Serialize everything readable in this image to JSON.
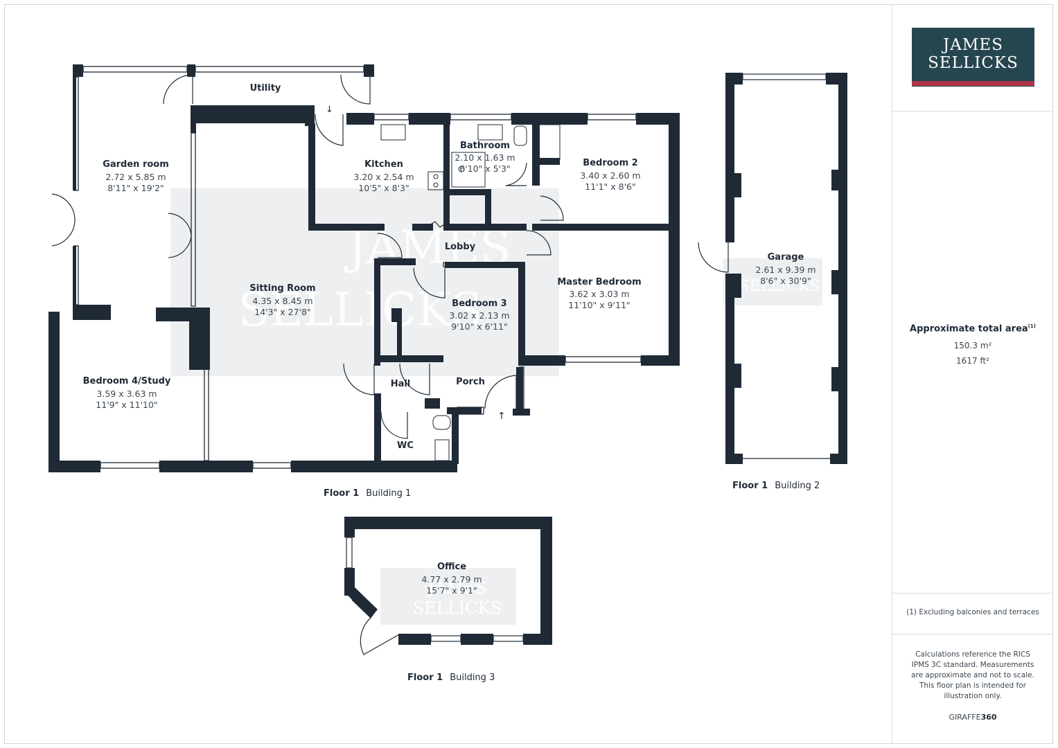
{
  "rooms": {
    "garden_room": {
      "name": "Garden room",
      "metric": "2.72 x 5.85 m",
      "imperial": "8'11\" x 19'2\""
    },
    "utility": {
      "name": "Utility"
    },
    "kitchen": {
      "name": "Kitchen",
      "metric": "3.20 x 2.54 m",
      "imperial": "10'5\" x 8'3\""
    },
    "bathroom": {
      "name": "Bathroom",
      "metric": "2.10 x 1.63 m",
      "imperial": "6'10\" x 5'3\""
    },
    "bedroom_2": {
      "name": "Bedroom 2",
      "metric": "3.40 x 2.60 m",
      "imperial": "11'1\" x 8'6\""
    },
    "lobby": {
      "name": "Lobby"
    },
    "sitting_room": {
      "name": "Sitting Room",
      "metric": "4.35 x 8.45 m",
      "imperial": "14'3\" x 27'8\""
    },
    "bedroom_3": {
      "name": "Bedroom 3",
      "metric": "3.02 x 2.13 m",
      "imperial": "9'10\" x 6'11\""
    },
    "master_bedroom": {
      "name": "Master Bedroom",
      "metric": "3.62 x 3.03 m",
      "imperial": "11'10\" x 9'11\""
    },
    "bedroom_4": {
      "name": "Bedroom 4/Study",
      "metric": "3.59 x 3.63 m",
      "imperial": "11'9\" x 11'10\""
    },
    "hall": {
      "name": "Hall"
    },
    "porch": {
      "name": "Porch"
    },
    "wc": {
      "name": "WC"
    },
    "garage": {
      "name": "Garage",
      "metric": "2.61 x 9.39 m",
      "imperial": "8'6\" x 30'9\""
    },
    "office": {
      "name": "Office",
      "metric": "4.77 x 2.79 m",
      "imperial": "15'7\" x 9'1\""
    }
  },
  "floors": {
    "building_1": {
      "floor": "Floor 1",
      "building": "Building 1"
    },
    "building_2": {
      "floor": "Floor 1",
      "building": "Building 2"
    },
    "building_3": {
      "floor": "Floor 1",
      "building": "Building 3"
    }
  },
  "watermark": {
    "line1": "JAMES",
    "line2": "SELLICKS"
  },
  "logo": {
    "line1": "JAMES",
    "line2": "SELLICKS"
  },
  "sidebar": {
    "total_title": "Approximate total area",
    "total_marker": "(1)",
    "area_m2": "150.3 m²",
    "area_ft2": "1617 ft²",
    "footnote": "(1) Excluding balconies and terraces",
    "disclaimer": "Calculations reference the RICS IPMS 3C standard. Measurements are approximate and not to scale. This floor plan is intended for illustration only.",
    "brand_prefix": "GIRAFFE",
    "brand_suffix": "360"
  },
  "colors": {
    "wall": "#1f2a36",
    "logo_bg": "#26464f",
    "logo_accent": "#b03346"
  }
}
